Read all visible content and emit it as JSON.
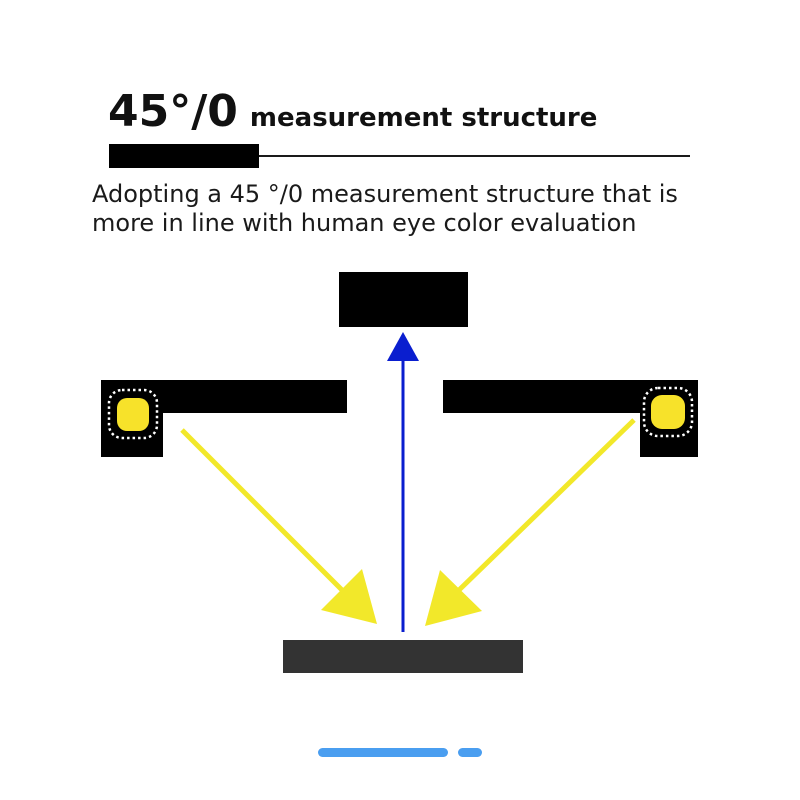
{
  "header": {
    "title_main": "45°/0",
    "title_sub": "measurement structure"
  },
  "description": {
    "line1": "Adopting a 45 °/0 measurement structure that is",
    "line2": "more in line with human eye color evaluation"
  },
  "colors": {
    "illumination_arrow": "#f2e82a",
    "reflection_arrow": "#0a1ecf",
    "led_chip": "#f7e22a",
    "dark_block": "#000000",
    "sample_plate": "#333333",
    "pager_active": "#4a9ef0",
    "pager_inactive": "#4a9ef0"
  },
  "diagram": {
    "components": [
      "detector",
      "left-light-source",
      "right-light-source",
      "sample",
      "reflection-path",
      "left-illumination-path",
      "right-illumination-path"
    ],
    "illumination_angle_deg": 45,
    "viewing_angle_deg": 0
  },
  "pager": {
    "slides": 2,
    "active_index": 0
  }
}
